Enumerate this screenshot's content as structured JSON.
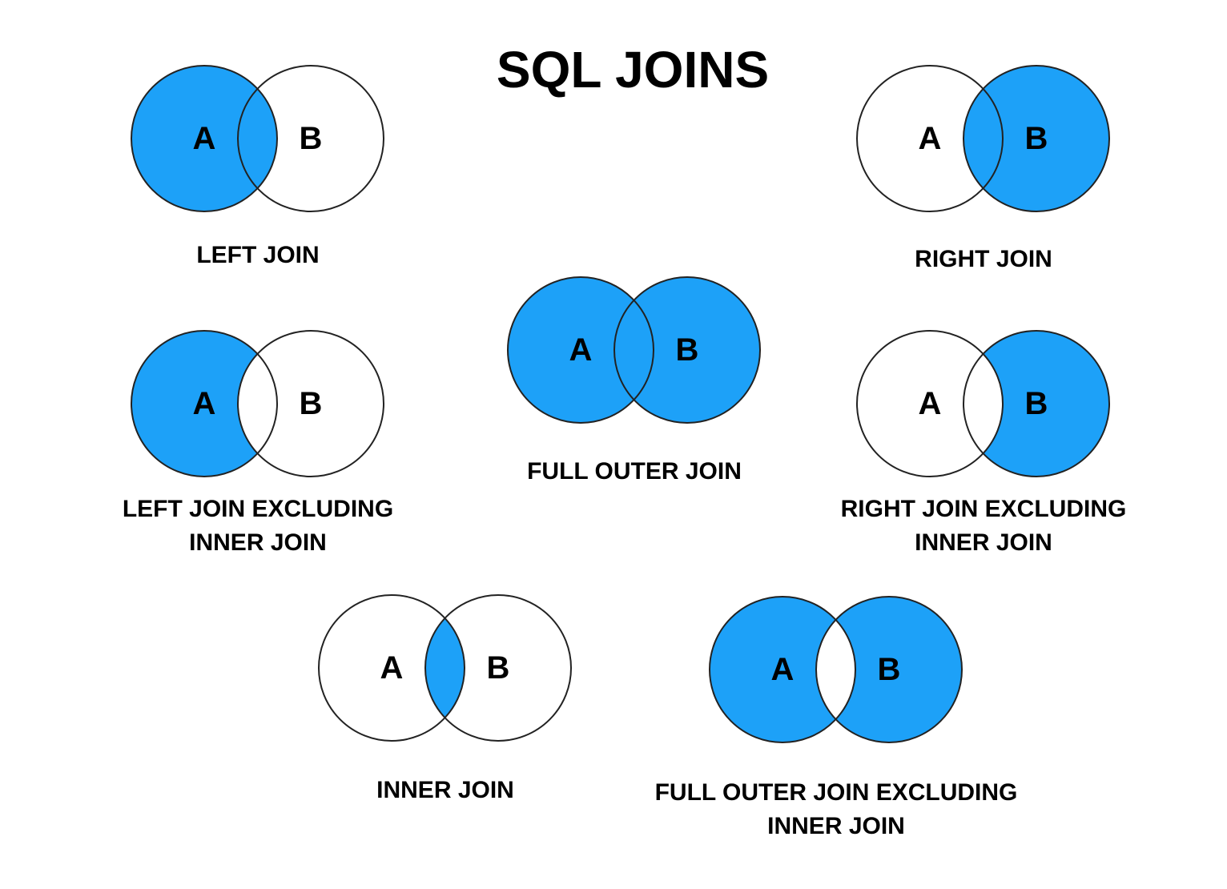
{
  "title": "SQL JOINS",
  "colors": {
    "fill": "#1DA1F8",
    "stroke": "#222222",
    "background": "#FFFFFF"
  },
  "diagrams": [
    {
      "id": "left-join",
      "label_a": "A",
      "label_b": "B",
      "caption_lines": [
        "LEFT JOIN"
      ],
      "shaded": [
        "a_only",
        "intersection"
      ]
    },
    {
      "id": "right-join",
      "label_a": "A",
      "label_b": "B",
      "caption_lines": [
        "RIGHT JOIN"
      ],
      "shaded": [
        "b_only",
        "intersection"
      ]
    },
    {
      "id": "full-outer-join",
      "label_a": "A",
      "label_b": "B",
      "caption_lines": [
        "FULL OUTER JOIN"
      ],
      "shaded": [
        "a_only",
        "intersection",
        "b_only"
      ]
    },
    {
      "id": "left-excluding",
      "label_a": "A",
      "label_b": "B",
      "caption_lines": [
        "LEFT JOIN EXCLUDING",
        "INNER JOIN"
      ],
      "shaded": [
        "a_only"
      ]
    },
    {
      "id": "right-excluding",
      "label_a": "A",
      "label_b": "B",
      "caption_lines": [
        "RIGHT JOIN EXCLUDING",
        "INNER JOIN"
      ],
      "shaded": [
        "b_only"
      ]
    },
    {
      "id": "inner-join",
      "label_a": "A",
      "label_b": "B",
      "caption_lines": [
        "INNER JOIN"
      ],
      "shaded": [
        "intersection"
      ]
    },
    {
      "id": "full-outer-excluding",
      "label_a": "A",
      "label_b": "B",
      "caption_lines": [
        "FULL OUTER JOIN EXCLUDING",
        "INNER JOIN"
      ],
      "shaded": [
        "a_only",
        "b_only"
      ]
    }
  ]
}
